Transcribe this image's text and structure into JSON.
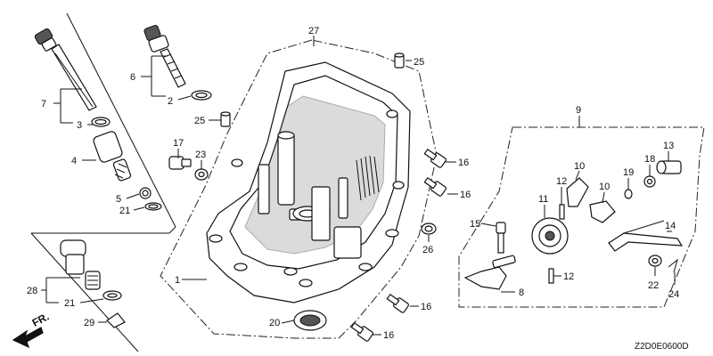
{
  "diagram_code": "Z2D0E0600D",
  "direction_label": "FR.",
  "callouts": [
    {
      "id": "p1",
      "text": "1"
    },
    {
      "id": "p2",
      "text": "2"
    },
    {
      "id": "p3",
      "text": "3"
    },
    {
      "id": "p4",
      "text": "4"
    },
    {
      "id": "p5",
      "text": "5"
    },
    {
      "id": "p6",
      "text": "6"
    },
    {
      "id": "p7",
      "text": "7"
    },
    {
      "id": "p8",
      "text": "8"
    },
    {
      "id": "p9",
      "text": "9"
    },
    {
      "id": "p10a",
      "text": "10"
    },
    {
      "id": "p10b",
      "text": "10"
    },
    {
      "id": "p11",
      "text": "11"
    },
    {
      "id": "p12a",
      "text": "12"
    },
    {
      "id": "p12b",
      "text": "12"
    },
    {
      "id": "p13",
      "text": "13"
    },
    {
      "id": "p14",
      "text": "14"
    },
    {
      "id": "p15",
      "text": "15"
    },
    {
      "id": "p16a",
      "text": "16"
    },
    {
      "id": "p16b",
      "text": "16"
    },
    {
      "id": "p16c",
      "text": "16"
    },
    {
      "id": "p16d",
      "text": "16"
    },
    {
      "id": "p17",
      "text": "17"
    },
    {
      "id": "p18",
      "text": "18"
    },
    {
      "id": "p19",
      "text": "19"
    },
    {
      "id": "p20",
      "text": "20"
    },
    {
      "id": "p21a",
      "text": "21"
    },
    {
      "id": "p21b",
      "text": "21"
    },
    {
      "id": "p22",
      "text": "22"
    },
    {
      "id": "p23",
      "text": "23"
    },
    {
      "id": "p24",
      "text": "24"
    },
    {
      "id": "p25a",
      "text": "25"
    },
    {
      "id": "p25b",
      "text": "25"
    },
    {
      "id": "p26",
      "text": "26"
    },
    {
      "id": "p27",
      "text": "27"
    },
    {
      "id": "p28",
      "text": "28"
    },
    {
      "id": "p29",
      "text": "29"
    }
  ]
}
